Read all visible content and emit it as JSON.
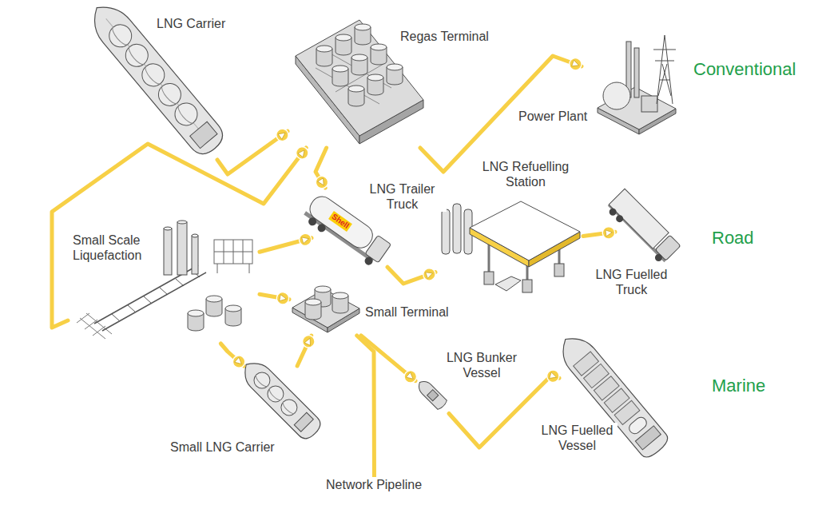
{
  "diagram": {
    "nodes": [
      {
        "text": [
          "LNG Carrier"
        ]
      },
      {
        "text": [
          "Regas Terminal"
        ]
      },
      {
        "text": [
          "Power Plant"
        ]
      },
      {
        "text": [
          "LNG Refuelling Station"
        ]
      },
      {
        "text": [
          "LNG Trailer Truck"
        ]
      },
      {
        "text": [
          "Small Scale Liquefaction"
        ]
      },
      {
        "text": [
          "Small Terminal"
        ]
      },
      {
        "text": [
          "LNG Fuelled Truck"
        ]
      },
      {
        "text": [
          "LNG Bunker Vessel"
        ]
      },
      {
        "text": [
          "LNG Fuelled Vessel"
        ]
      },
      {
        "text": [
          "Small LNG Carrier"
        ]
      },
      {
        "text": [
          "Network Pipeline"
        ]
      }
    ],
    "edges": [
      {
        "from": 0,
        "to": 1,
        "arrow": "to"
      },
      {
        "from": 1,
        "to": 2,
        "arrow": "to"
      },
      {
        "from": 5,
        "to": 1,
        "arrow": "to"
      },
      {
        "from": 1,
        "to": 4,
        "arrow": "to"
      },
      {
        "from": 5,
        "to": 4,
        "arrow": "to"
      },
      {
        "from": 5,
        "to": 6,
        "arrow": "to"
      },
      {
        "from": 4,
        "to": 3,
        "arrow": "to"
      },
      {
        "from": 3,
        "to": 7,
        "arrow": "to"
      },
      {
        "from": 6,
        "to": 8,
        "arrow": "to"
      },
      {
        "from": 8,
        "to": 9,
        "arrow": "to"
      },
      {
        "from": 5,
        "to": 10,
        "arrow": "to"
      },
      {
        "from": 10,
        "to": 6,
        "arrow": "to"
      },
      {
        "from": 6,
        "to": 11,
        "arrow": "none"
      }
    ],
    "labels": [
      "Conventional",
      "Road",
      "Marine",
      "Shell"
    ]
  }
}
